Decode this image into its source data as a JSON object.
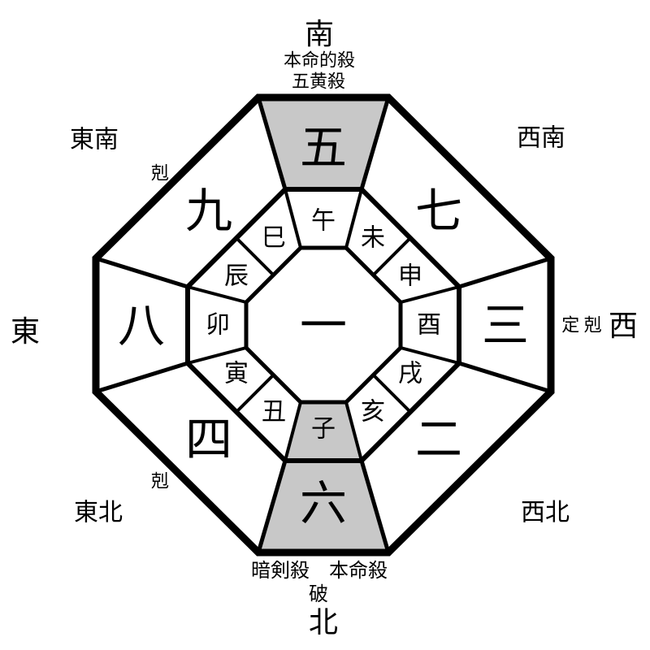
{
  "palette": {
    "accent_red": "#b03c3c",
    "shaded_gray": "#c8c8c8",
    "line_black": "#000000",
    "background": "#ffffff"
  },
  "compass": {
    "south": "南",
    "southeast": "東南",
    "southwest": "西南",
    "east": "東",
    "west": "西",
    "northeast": "東北",
    "northwest": "西北",
    "north": "北"
  },
  "annotations": {
    "south_line1": "本命的殺",
    "south_line2": "五黄殺",
    "southeast_koku": "剋",
    "west_teikoku": "定 剋",
    "northeast_koku": "剋",
    "north_line1": "暗剣殺　本命殺",
    "north_line2": "破"
  },
  "outer_ring": {
    "south": "五",
    "southwest": "七",
    "west": "三",
    "northwest": "二",
    "north": "六",
    "northeast": "四",
    "east": "八",
    "southeast": "九"
  },
  "zodiac": {
    "uma": "午",
    "hitsuji": "未",
    "saru": "申",
    "tori": "酉",
    "inu": "戌",
    "inoshishi": "亥",
    "ne": "子",
    "ushi": "丑",
    "tora": "寅",
    "usagi": "卯",
    "tatsu": "辰",
    "mi": "巳"
  },
  "center_star": "一",
  "shaded_sections": [
    "五",
    "六",
    "子"
  ]
}
